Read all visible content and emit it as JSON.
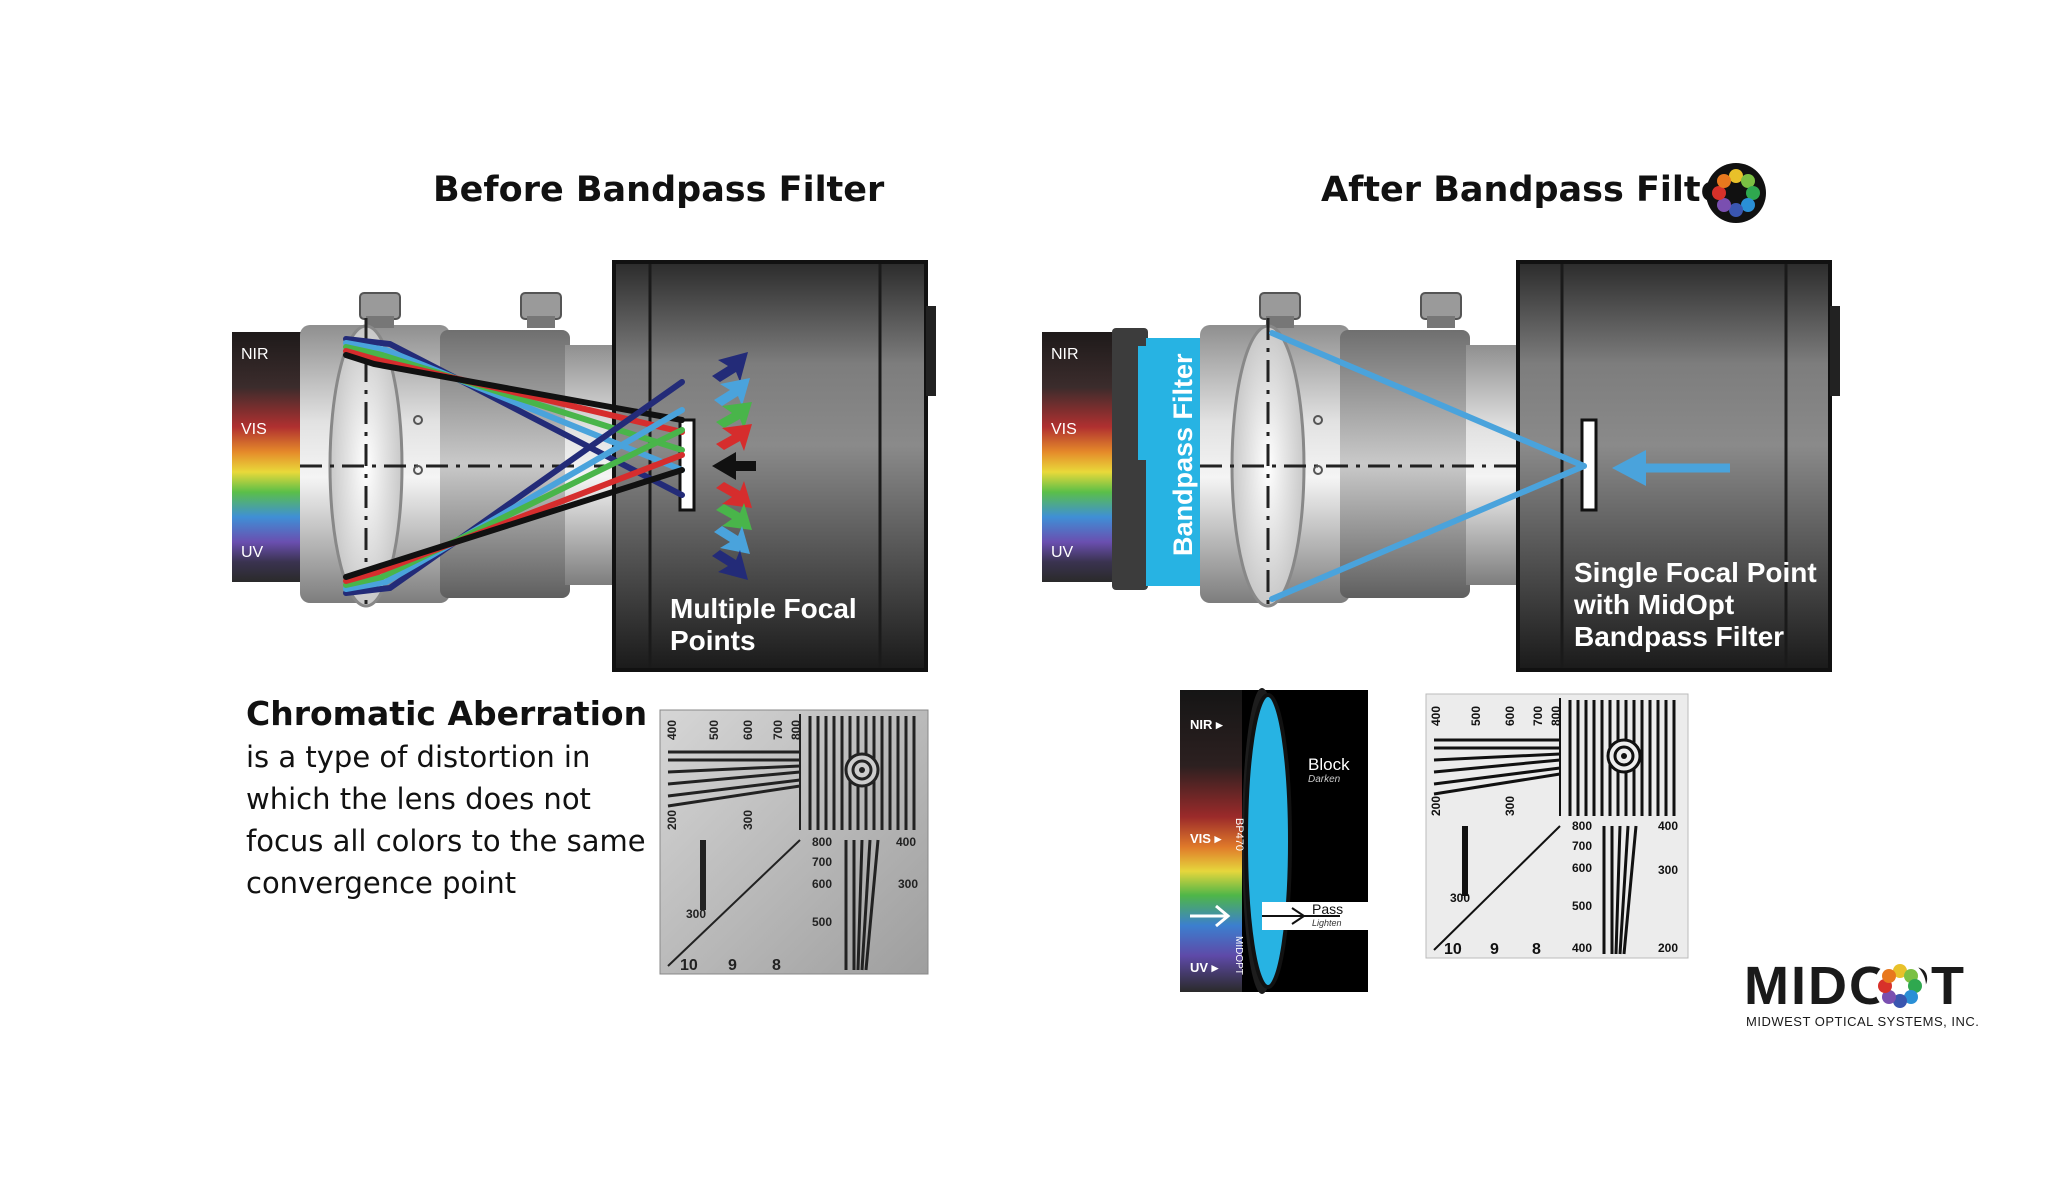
{
  "left_panel": {
    "title": "Before Bandpass Filter",
    "spectrum_labels": [
      "NIR",
      "VIS",
      "UV"
    ],
    "camera_label_line1": "Multiple Focal",
    "camera_label_line2": "Points",
    "description_title": "Chromatic Aberration",
    "description_body": "is a type of distortion in which the lens does not focus all colors to the same convergence point",
    "chart_top_labels": [
      "400",
      "500",
      "600",
      "700",
      "800"
    ],
    "chart_labels": [
      "200",
      "300",
      "300",
      "10",
      "9",
      "8",
      "800",
      "700",
      "600",
      "500",
      "400",
      "300"
    ]
  },
  "right_panel": {
    "title": "After Bandpass Filter",
    "spectrum_labels": [
      "NIR",
      "VIS",
      "UV"
    ],
    "filter_label": "Bandpass Filter",
    "camera_label_line1": "Single Focal Point",
    "camera_label_line2": "with MidOpt",
    "camera_label_line3": "Bandpass Filter",
    "filter_inset": {
      "labels": [
        "NIR ▸",
        "VIS ▸",
        "UV ▸"
      ],
      "block_label": "Block",
      "block_sub": "Darken",
      "pass_label": "Pass",
      "pass_sub": "Lighten",
      "filter_code": "BP470",
      "brand_mark": "MIDOPT"
    },
    "chart_top_labels": [
      "400",
      "500",
      "600",
      "700",
      "800"
    ],
    "chart_labels": [
      "200",
      "300",
      "300",
      "10",
      "9",
      "8",
      "800",
      "700",
      "600",
      "500",
      "400",
      "300",
      "200",
      "400"
    ]
  },
  "logo": {
    "text": "MIDOPT",
    "tagline": "MIDWEST OPTICAL SYSTEMS, INC."
  },
  "colors": {
    "ray_blue": "#4aa3dc",
    "filter_cyan": "#27b3e3",
    "dark_navy": "#232b78",
    "red": "#d62d2d",
    "green": "#49b54a",
    "black": "#111111"
  }
}
